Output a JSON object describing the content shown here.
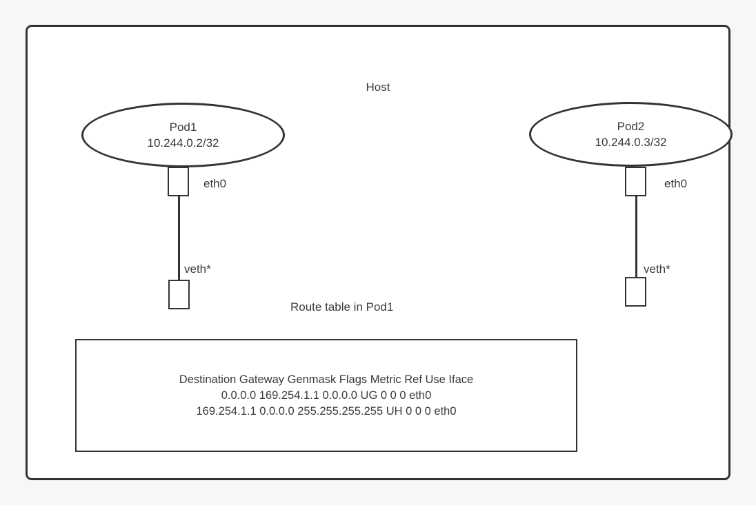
{
  "diagram": {
    "host_label": "Host",
    "pods": [
      {
        "name": "Pod1",
        "ip": "10.244.0.2/32",
        "interface_label": "eth0",
        "veth_label": "veth*"
      },
      {
        "name": "Pod2",
        "ip": "10.244.0.3/32",
        "interface_label": "eth0",
        "veth_label": "veth*"
      }
    ],
    "route_table": {
      "title": "Route table in Pod1",
      "header": "Destination Gateway Genmask Flags Metric Ref Use Iface",
      "rows": [
        "0.0.0.0 169.254.1.1 0.0.0.0 UG 0 0 0 eth0",
        "169.254.1.1 0.0.0.0 255.255.255.255 UH 0 0 0 eth0"
      ]
    },
    "colors": {
      "stroke": "#333333",
      "text": "#3a3a3a",
      "background": "#f7f7f7",
      "surface": "#ffffff"
    }
  }
}
